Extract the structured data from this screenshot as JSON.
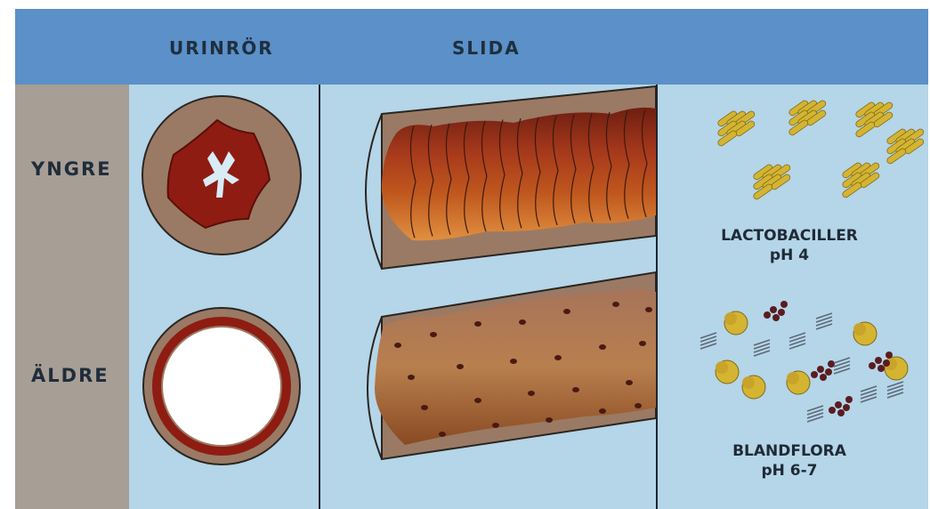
{
  "headers": {
    "urethra": "URINRÖR",
    "vagina": "SLIDA"
  },
  "rows": {
    "young": "YNGRE",
    "old": "ÄLDRE"
  },
  "flora": {
    "young": {
      "name": "LACTOBACILLER",
      "ph": "pH 4"
    },
    "old": {
      "name": "BLANDFLORA",
      "ph": "pH 6-7"
    }
  },
  "colors": {
    "header": "#5b90c8",
    "panel": "#b5d5e8",
    "label_column": "#a79e96",
    "tissue": "#9a7a64",
    "mucosa_dark": "#8e1c12",
    "bacilli": "#d4b431",
    "cocci": "#5a1c20",
    "rods": "#5c6876"
  },
  "icons": [
    "urethra-cross-section",
    "vaginal-tube",
    "lactobacilli-cluster",
    "mixed-flora-cluster"
  ]
}
